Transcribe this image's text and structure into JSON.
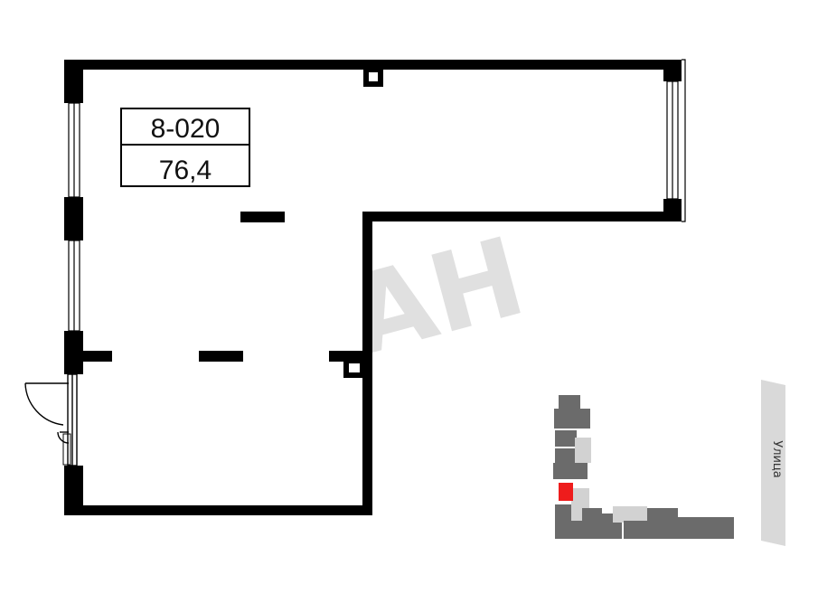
{
  "unit": {
    "number": "8-020",
    "area": "76,4"
  },
  "watermark": "AH",
  "street_label": "Улица",
  "colors": {
    "wall": "#000000",
    "highlight": "#ee1c1c",
    "building_dark": "#6b6b6b",
    "building_light": "#d2d2d2",
    "street": "#d9d9d9",
    "watermark": "#dddddd"
  }
}
